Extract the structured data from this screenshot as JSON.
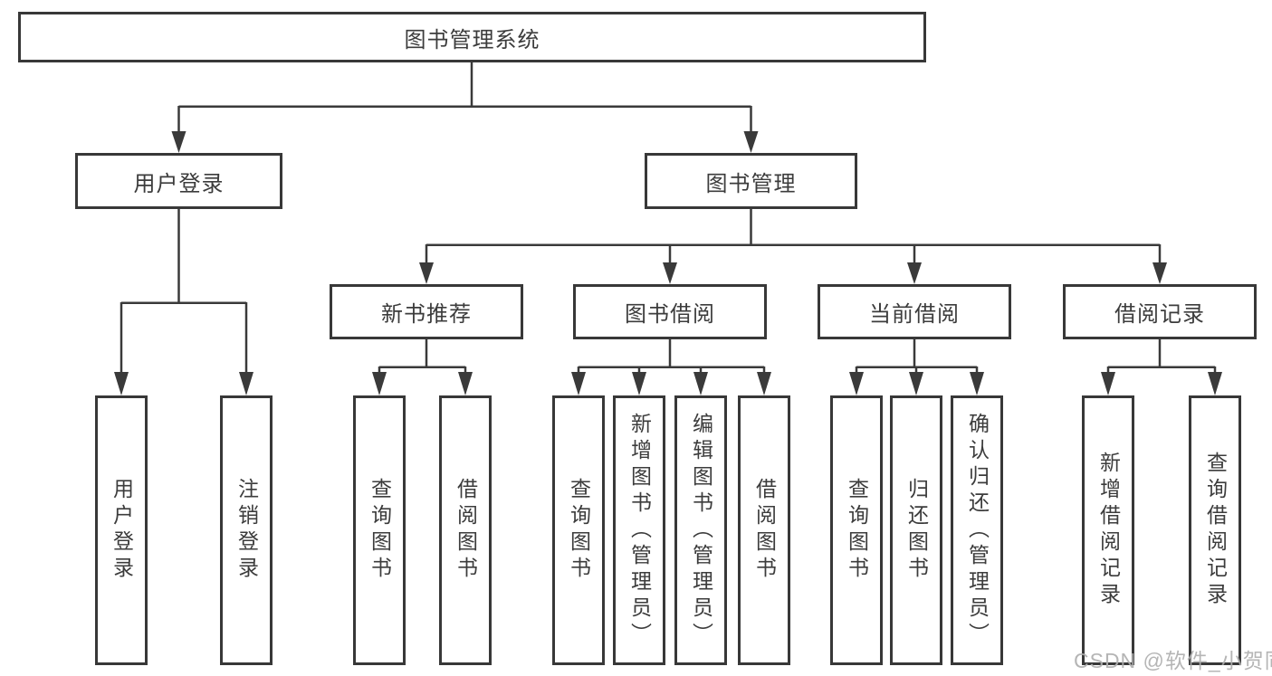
{
  "diagram": {
    "title": "图书管理系统",
    "branches": [
      {
        "label": "用户登录",
        "children": [
          {
            "label": "用户登录"
          },
          {
            "label": "注销登录"
          }
        ]
      },
      {
        "label": "图书管理",
        "children": [
          {
            "label": "新书推荐",
            "children": [
              {
                "label": "查询图书"
              },
              {
                "label": "借阅图书"
              }
            ]
          },
          {
            "label": "图书借阅",
            "children": [
              {
                "label": "查询图书"
              },
              {
                "label": "新增图书（管理员）"
              },
              {
                "label": "编辑图书（管理员）"
              },
              {
                "label": "借阅图书"
              }
            ]
          },
          {
            "label": "当前借阅",
            "children": [
              {
                "label": "查询图书"
              },
              {
                "label": "归还图书"
              },
              {
                "label": "确认归还（管理员）"
              }
            ]
          },
          {
            "label": "借阅记录",
            "children": [
              {
                "label": "新增借阅记录"
              },
              {
                "label": "查询借阅记录"
              }
            ]
          }
        ]
      }
    ]
  },
  "watermark": "CSDN @软件_小贺同学",
  "colors": {
    "line": "#3a3a3a",
    "border": "#383838",
    "text": "#3c3c3c",
    "watermark": "#afafaf"
  }
}
